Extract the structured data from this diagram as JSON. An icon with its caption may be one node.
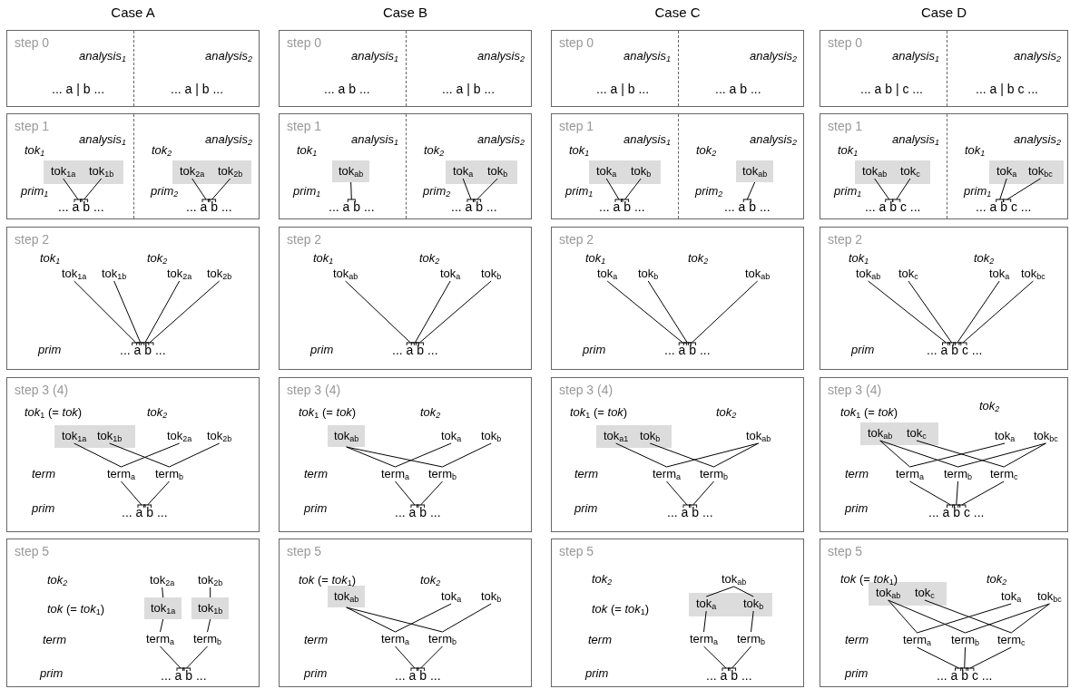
{
  "diagram": {
    "nodes": [
      {
        "text": [
          "step 0"
        ]
      },
      {
        "text": [
          "analysis$_{1}$"
        ],
        "in": 0
      },
      {
        "text": [
          "analysis$_{2}$"
        ],
        "in": 0
      },
      {
        "text": [
          "step 0"
        ]
      },
      {
        "text": [
          "analysis$_{1}$"
        ],
        "in": 3
      },
      {
        "text": [
          "analysis$_{2}$"
        ],
        "in": 3
      },
      {
        "text": [
          "step 0"
        ]
      },
      {
        "text": [
          "analysis$_{1}$"
        ],
        "in": 6
      },
      {
        "text": [
          "analysis$_{2}$"
        ],
        "in": 6
      },
      {
        "text": [
          "step 0"
        ]
      },
      {
        "text": [
          "analysis$_{1}$"
        ],
        "in": 9
      },
      {
        "text": [
          "analysis$_{2}$"
        ],
        "in": 9
      },
      {
        "text": [
          "step 1"
        ]
      },
      {
        "text": [
          "analysis$_{1}$"
        ],
        "in": 12
      },
      {
        "text": [],
        "shape": "box",
        "in": 13
      },
      {
        "text": [
          "tok$_{1a}$"
        ],
        "in": 14
      },
      {
        "text": [
          "tok$_{1b}$"
        ],
        "in": 14
      },
      {
        "text": [
          "... a b ..."
        ],
        "in": 13
      },
      {
        "text": [
          "analysis$_{2}$"
        ],
        "in": 12
      },
      {
        "text": [],
        "shape": "box",
        "in": 18
      },
      {
        "text": [
          "tok$_{2a}$"
        ],
        "in": 19
      },
      {
        "text": [
          "tok$_{2b}$"
        ],
        "in": 19
      },
      {
        "text": [
          "... a b ..."
        ],
        "in": 18
      },
      {
        "text": [
          "step 1"
        ]
      },
      {
        "text": [
          "analysis$_{1}$"
        ],
        "in": 23
      },
      {
        "text": [
          "tok$_{ab}$"
        ],
        "in": 24
      },
      {
        "text": [
          "... a b ..."
        ],
        "in": 24
      },
      {
        "text": [
          "analysis$_{2}$"
        ],
        "in": 23
      },
      {
        "text": [],
        "shape": "box",
        "in": 27
      },
      {
        "text": [
          "tok$_{a}$"
        ],
        "in": 28
      },
      {
        "text": [
          "tok$_{b}$"
        ],
        "in": 28
      },
      {
        "text": [
          "... a b ..."
        ],
        "in": 27
      },
      {
        "text": [
          "step 1"
        ]
      },
      {
        "text": [
          "analysis$_{1}$"
        ],
        "in": 32
      },
      {
        "text": [],
        "shape": "box",
        "in": 33
      },
      {
        "text": [
          "tok$_{a}$"
        ],
        "in": 34
      },
      {
        "text": [
          "tok$_{b}$"
        ],
        "in": 34
      },
      {
        "text": [
          "... a b ..."
        ],
        "in": 33
      },
      {
        "text": [
          "analysis$_{2}$"
        ],
        "in": 32
      },
      {
        "text": [
          "tok$_{ab}$"
        ],
        "in": 38
      },
      {
        "text": [
          "... a b ..."
        ],
        "in": 38
      },
      {
        "text": [
          "step 1"
        ]
      },
      {
        "text": [
          "analysis$_{1}$"
        ],
        "in": 41
      },
      {
        "text": [],
        "shape": "box",
        "in": 42
      },
      {
        "text": [
          "tok$_{ab}$"
        ],
        "in": 43
      },
      {
        "text": [
          "tok$_{c}$"
        ],
        "in": 43
      },
      {
        "text": [
          "... a b c ..."
        ],
        "in": 42
      },
      {
        "text": [
          "analysis$_{2}$"
        ],
        "in": 41
      },
      {
        "text": [],
        "shape": "box",
        "in": 47
      },
      {
        "text": [
          "tok$_{a}$"
        ],
        "in": 48
      },
      {
        "text": [
          "tok$_{bc}$"
        ],
        "in": 48
      },
      {
        "text": [
          "... a b c ..."
        ],
        "in": 47
      },
      {
        "text": [
          "step 2"
        ]
      },
      {
        "text": [
          "tok$_{1a}$"
        ],
        "in": 52
      },
      {
        "text": [
          "tok$_{1b}$"
        ],
        "in": 52
      },
      {
        "text": [
          "tok$_{2a}$"
        ],
        "in": 52
      },
      {
        "text": [
          "tok$_{2b}$"
        ],
        "in": 52
      },
      {
        "text": [
          "... a b ..."
        ],
        "in": 52
      },
      {
        "text": [
          "step 2"
        ]
      },
      {
        "text": [
          "tok$_{ab}$"
        ],
        "in": 58
      },
      {
        "text": [
          "tok$_{a}$"
        ],
        "in": 58
      },
      {
        "text": [
          "tok$_{b}$"
        ],
        "in": 58
      },
      {
        "text": [
          "... a b ..."
        ],
        "in": 58
      },
      {
        "text": [
          "step 2"
        ]
      },
      {
        "text": [
          "tok$_{a}$"
        ],
        "in": 63
      },
      {
        "text": [
          "tok$_{b}$"
        ],
        "in": 63
      },
      {
        "text": [
          "tok$_{ab}$"
        ],
        "in": 63
      },
      {
        "text": [
          "... a b ..."
        ],
        "in": 63
      },
      {
        "text": [
          "step 2"
        ]
      },
      {
        "text": [
          "tok$_{ab}$"
        ],
        "in": 68
      },
      {
        "text": [
          "tok$_{c}$"
        ],
        "in": 68
      },
      {
        "text": [
          "tok$_{a}$"
        ],
        "in": 68
      },
      {
        "text": [
          "tok$_{bc}$"
        ],
        "in": 68
      },
      {
        "text": [
          "... a b c ..."
        ],
        "in": 68
      },
      {
        "text": [
          "step 3 (4)"
        ]
      },
      {
        "text": [],
        "shape": "box",
        "in": 74
      },
      {
        "text": [
          "tok$_{1a}$"
        ],
        "in": 75
      },
      {
        "text": [
          "tok$_{1b}$"
        ],
        "in": 75
      },
      {
        "text": [
          "tok$_{2a}$"
        ],
        "in": 74
      },
      {
        "text": [
          "tok$_{2b}$"
        ],
        "in": 74
      },
      {
        "text": [
          "term$_{a}$"
        ],
        "in": 74
      },
      {
        "text": [
          "term$_{b}$"
        ],
        "in": 74
      },
      {
        "text": [
          "... a b ..."
        ],
        "in": 74
      },
      {
        "text": [
          "step 3 (4)"
        ]
      },
      {
        "text": [
          "tok$_{ab}$"
        ],
        "in": 83
      },
      {
        "text": [
          "tok$_{a}$"
        ],
        "in": 83
      },
      {
        "text": [
          "tok$_{b}$"
        ],
        "in": 83
      },
      {
        "text": [
          "term$_{a}$"
        ],
        "in": 83
      },
      {
        "text": [
          "term$_{b}$"
        ],
        "in": 83
      },
      {
        "text": [
          "... a b ..."
        ],
        "in": 83
      },
      {
        "text": [
          "step 3 (4)"
        ]
      },
      {
        "text": [],
        "shape": "box",
        "in": 90
      },
      {
        "text": [
          "tok$_{a1}$"
        ],
        "in": 91
      },
      {
        "text": [
          "tok$_{b}$"
        ],
        "in": 91
      },
      {
        "text": [
          "tok$_{ab}$"
        ],
        "in": 90
      },
      {
        "text": [
          "term$_{a}$"
        ],
        "in": 90
      },
      {
        "text": [
          "term$_{b}$"
        ],
        "in": 90
      },
      {
        "text": [
          "... a b ..."
        ],
        "in": 90
      },
      {
        "text": [
          "step 3 (4)"
        ]
      },
      {
        "text": [],
        "shape": "box",
        "in": 98
      },
      {
        "text": [
          "tok$_{ab}$"
        ],
        "in": 99
      },
      {
        "text": [
          "tok$_{c}$"
        ],
        "in": 99
      },
      {
        "text": [
          "tok$_{a}$"
        ],
        "in": 98
      },
      {
        "text": [
          "tok$_{bc}$"
        ],
        "in": 98
      },
      {
        "text": [
          "term$_{a}$"
        ],
        "in": 98
      },
      {
        "text": [
          "term$_{b}$"
        ],
        "in": 98
      },
      {
        "text": [
          "term$_{c}$"
        ],
        "in": 98
      },
      {
        "text": [
          "... a b c ..."
        ],
        "in": 98
      },
      {
        "text": [
          "step 5"
        ]
      },
      {
        "text": [
          "tok$_{2a}$"
        ],
        "in": 108
      },
      {
        "text": [
          "tok$_{2b}$"
        ],
        "in": 108
      },
      {
        "text": [
          "tok$_{1a}$"
        ],
        "in": 108
      },
      {
        "text": [
          "tok$_{1b}$"
        ],
        "in": 108
      },
      {
        "text": [
          "term$_{a}$"
        ],
        "in": 108
      },
      {
        "text": [
          "term$_{b}$"
        ],
        "in": 108
      },
      {
        "text": [
          "... a b ..."
        ],
        "in": 108
      },
      {
        "text": [
          "step 5"
        ]
      },
      {
        "text": [
          "tok$_{ab}$"
        ],
        "in": 116
      },
      {
        "text": [
          "tok$_{a}$"
        ],
        "in": 116
      },
      {
        "text": [
          "tok$_{b}$"
        ],
        "in": 116
      },
      {
        "text": [
          "term$_{a}$"
        ],
        "in": 116
      },
      {
        "text": [
          "term$_{b}$"
        ],
        "in": 116
      },
      {
        "text": [
          "... a b ..."
        ],
        "in": 116
      },
      {
        "text": [
          "step 5"
        ]
      },
      {
        "text": [
          "tok$_{ab}$"
        ],
        "in": 123
      },
      {
        "text": [],
        "shape": "box",
        "in": 123
      },
      {
        "text": [
          "tok$_{a}$"
        ],
        "in": 125
      },
      {
        "text": [
          "tok$_{b}$"
        ],
        "in": 125
      },
      {
        "text": [
          "term$_{a}$"
        ],
        "in": 123
      },
      {
        "text": [
          "term$_{b}$"
        ],
        "in": 123
      },
      {
        "text": [
          "... a b ..."
        ],
        "in": 123
      },
      {
        "text": [
          "step 5"
        ]
      },
      {
        "text": [],
        "shape": "box",
        "in": 131
      },
      {
        "text": [
          "tok$_{ab}$"
        ],
        "in": 132
      },
      {
        "text": [
          "tok$_{c}$"
        ],
        "in": 132
      },
      {
        "text": [
          "tok$_{a}$"
        ],
        "in": 131
      },
      {
        "text": [
          "tok$_{bc}$"
        ],
        "in": 131
      },
      {
        "text": [
          "term$_{a}$"
        ],
        "in": 131
      },
      {
        "text": [
          "term$_{b}$"
        ],
        "in": 131
      },
      {
        "text": [
          "term$_{c}$"
        ],
        "in": 131
      },
      {
        "text": [
          "... a b c ..."
        ],
        "in": 131
      }
    ],
    "edges": [
      {
        "from": 15,
        "to": 17,
        "arrow": "other"
      },
      {
        "from": 16,
        "to": 17,
        "arrow": "other"
      },
      {
        "from": 20,
        "to": 22,
        "arrow": "other"
      },
      {
        "from": 21,
        "to": 22,
        "arrow": "other"
      },
      {
        "from": 25,
        "to": 26,
        "arrow": "other"
      },
      {
        "from": 29,
        "to": 31,
        "arrow": "other"
      },
      {
        "from": 30,
        "to": 31,
        "arrow": "other"
      },
      {
        "from": 35,
        "to": 37,
        "arrow": "other"
      },
      {
        "from": 36,
        "to": 37,
        "arrow": "other"
      },
      {
        "from": 39,
        "to": 40,
        "arrow": "other"
      },
      {
        "from": 44,
        "to": 46,
        "arrow": "other"
      },
      {
        "from": 45,
        "to": 46,
        "arrow": "other"
      },
      {
        "from": 49,
        "to": 51,
        "arrow": "other"
      },
      {
        "from": 50,
        "to": 51,
        "arrow": "other"
      },
      {
        "from": 53,
        "to": 57,
        "arrow": "other"
      },
      {
        "from": 54,
        "to": 57,
        "arrow": "other"
      },
      {
        "from": 55,
        "to": 57,
        "arrow": "other"
      },
      {
        "from": 56,
        "to": 57,
        "arrow": "other"
      },
      {
        "from": 59,
        "to": 62,
        "arrow": "other"
      },
      {
        "from": 60,
        "to": 62,
        "arrow": "other"
      },
      {
        "from": 61,
        "to": 62,
        "arrow": "other"
      },
      {
        "from": 64,
        "to": 67,
        "arrow": "other"
      },
      {
        "from": 65,
        "to": 67,
        "arrow": "other"
      },
      {
        "from": 66,
        "to": 67,
        "arrow": "other"
      },
      {
        "from": 69,
        "to": 73,
        "arrow": "other"
      },
      {
        "from": 70,
        "to": 73,
        "arrow": "other"
      },
      {
        "from": 71,
        "to": 73,
        "arrow": "other"
      },
      {
        "from": 72,
        "to": 73,
        "arrow": "other"
      },
      {
        "from": 76,
        "to": 80,
        "arrow": "none"
      },
      {
        "from": 77,
        "to": 81,
        "arrow": "none"
      },
      {
        "from": 78,
        "to": 80,
        "arrow": "none"
      },
      {
        "from": 79,
        "to": 81,
        "arrow": "none"
      },
      {
        "from": 80,
        "to": 82,
        "arrow": "other"
      },
      {
        "from": 81,
        "to": 82,
        "arrow": "other"
      },
      {
        "from": 84,
        "to": 87,
        "arrow": "none"
      },
      {
        "from": 84,
        "to": 88,
        "arrow": "none"
      },
      {
        "from": 85,
        "to": 87,
        "arrow": "none"
      },
      {
        "from": 86,
        "to": 88,
        "arrow": "none"
      },
      {
        "from": 87,
        "to": 89,
        "arrow": "other"
      },
      {
        "from": 88,
        "to": 89,
        "arrow": "other"
      },
      {
        "from": 92,
        "to": 95,
        "arrow": "none"
      },
      {
        "from": 93,
        "to": 96,
        "arrow": "none"
      },
      {
        "from": 94,
        "to": 95,
        "arrow": "none"
      },
      {
        "from": 94,
        "to": 96,
        "arrow": "none"
      },
      {
        "from": 95,
        "to": 97,
        "arrow": "other"
      },
      {
        "from": 96,
        "to": 97,
        "arrow": "other"
      },
      {
        "from": 100,
        "to": 104,
        "arrow": "none"
      },
      {
        "from": 100,
        "to": 105,
        "arrow": "none"
      },
      {
        "from": 101,
        "to": 106,
        "arrow": "none"
      },
      {
        "from": 102,
        "to": 104,
        "arrow": "none"
      },
      {
        "from": 103,
        "to": 105,
        "arrow": "none"
      },
      {
        "from": 103,
        "to": 106,
        "arrow": "none"
      },
      {
        "from": 104,
        "to": 107,
        "arrow": "other"
      },
      {
        "from": 105,
        "to": 107,
        "arrow": "other"
      },
      {
        "from": 106,
        "to": 107,
        "arrow": "other"
      },
      {
        "from": 109,
        "to": 111,
        "arrow": "none"
      },
      {
        "from": 110,
        "to": 112,
        "arrow": "none"
      },
      {
        "from": 111,
        "to": 113,
        "arrow": "none"
      },
      {
        "from": 112,
        "to": 114,
        "arrow": "none"
      },
      {
        "from": 113,
        "to": 115,
        "arrow": "other"
      },
      {
        "from": 114,
        "to": 115,
        "arrow": "other"
      },
      {
        "from": 117,
        "to": 120,
        "arrow": "none"
      },
      {
        "from": 117,
        "to": 121,
        "arrow": "none"
      },
      {
        "from": 118,
        "to": 120,
        "arrow": "none"
      },
      {
        "from": 119,
        "to": 121,
        "arrow": "none"
      },
      {
        "from": 120,
        "to": 122,
        "arrow": "other"
      },
      {
        "from": 121,
        "to": 122,
        "arrow": "other"
      },
      {
        "from": 124,
        "to": 126,
        "arrow": "none"
      },
      {
        "from": 124,
        "to": 127,
        "arrow": "none"
      },
      {
        "from": 126,
        "to": 128,
        "arrow": "none"
      },
      {
        "from": 127,
        "to": 129,
        "arrow": "none"
      },
      {
        "from": 128,
        "to": 130,
        "arrow": "other"
      },
      {
        "from": 129,
        "to": 130,
        "arrow": "other"
      },
      {
        "from": 133,
        "to": 137,
        "arrow": "none"
      },
      {
        "from": 133,
        "to": 138,
        "arrow": "none"
      },
      {
        "from": 134,
        "to": 139,
        "arrow": "none"
      },
      {
        "from": 135,
        "to": 137,
        "arrow": "none"
      },
      {
        "from": 136,
        "to": 138,
        "arrow": "none"
      },
      {
        "from": 136,
        "to": 139,
        "arrow": "none"
      },
      {
        "from": 137,
        "to": 140,
        "arrow": "other"
      },
      {
        "from": 138,
        "to": 140,
        "arrow": "other"
      },
      {
        "from": 139,
        "to": 140,
        "arrow": "other"
      }
    ],
    "labels": [
      "Case A",
      "Case B",
      "Case C",
      "Case D",
      "... a | b ...",
      "... a | b ...",
      "... a b ...",
      "... a | b ...",
      "... a | b ...",
      "... a b ...",
      "... a b | c ...",
      "... a | b c ...",
      "tok$_{1}$",
      "prim$_{1}$",
      "tok$_{2}$",
      "prim$_{2}$",
      "tok$_{1}$",
      "prim$_{1}$",
      "tok$_{2}$",
      "prim$_{2}$",
      "tok$_{1}$",
      "prim$_{1}$",
      "tok$_{2}$",
      "prim$_{2}$",
      "tok$_{1}$",
      "prim$_{1}$",
      "tok$_{1}$",
      "prim$_{1}$",
      "tok$_{1}$",
      "tok$_{2}$",
      "prim",
      "tok$_{1}$",
      "tok$_{2}$",
      "prim",
      "tok$_{1}$",
      "tok$_{2}$",
      "prim",
      "tok$_{1}$",
      "tok$_{2}$",
      "prim",
      "*tok*$_{1}$ (= *tok*)",
      "tok$_{2}$",
      "term",
      "prim",
      "*tok*$_{1}$ (= *tok*)",
      "tok$_{2}$",
      "term",
      "prim",
      "*tok*$_{1}$ (= *tok*)",
      "tok$_{2}$",
      "term",
      "prim",
      "*tok*$_{1}$ (= *tok*)",
      "tok$_{2}$",
      "term",
      "prim",
      "tok$_{2}$",
      "*tok* (= *tok*$_{1}$)",
      "term",
      "prim",
      "*tok* (= *tok*$_{1}$)",
      "tok$_{2}$",
      "term",
      "prim",
      "tok$_{2}$",
      "*tok* (= *tok*$_{1}$)",
      "term",
      "prim",
      "*tok* (= *tok*$_{1}$)",
      "tok$_{2}$",
      "term",
      "prim"
    ]
  }
}
